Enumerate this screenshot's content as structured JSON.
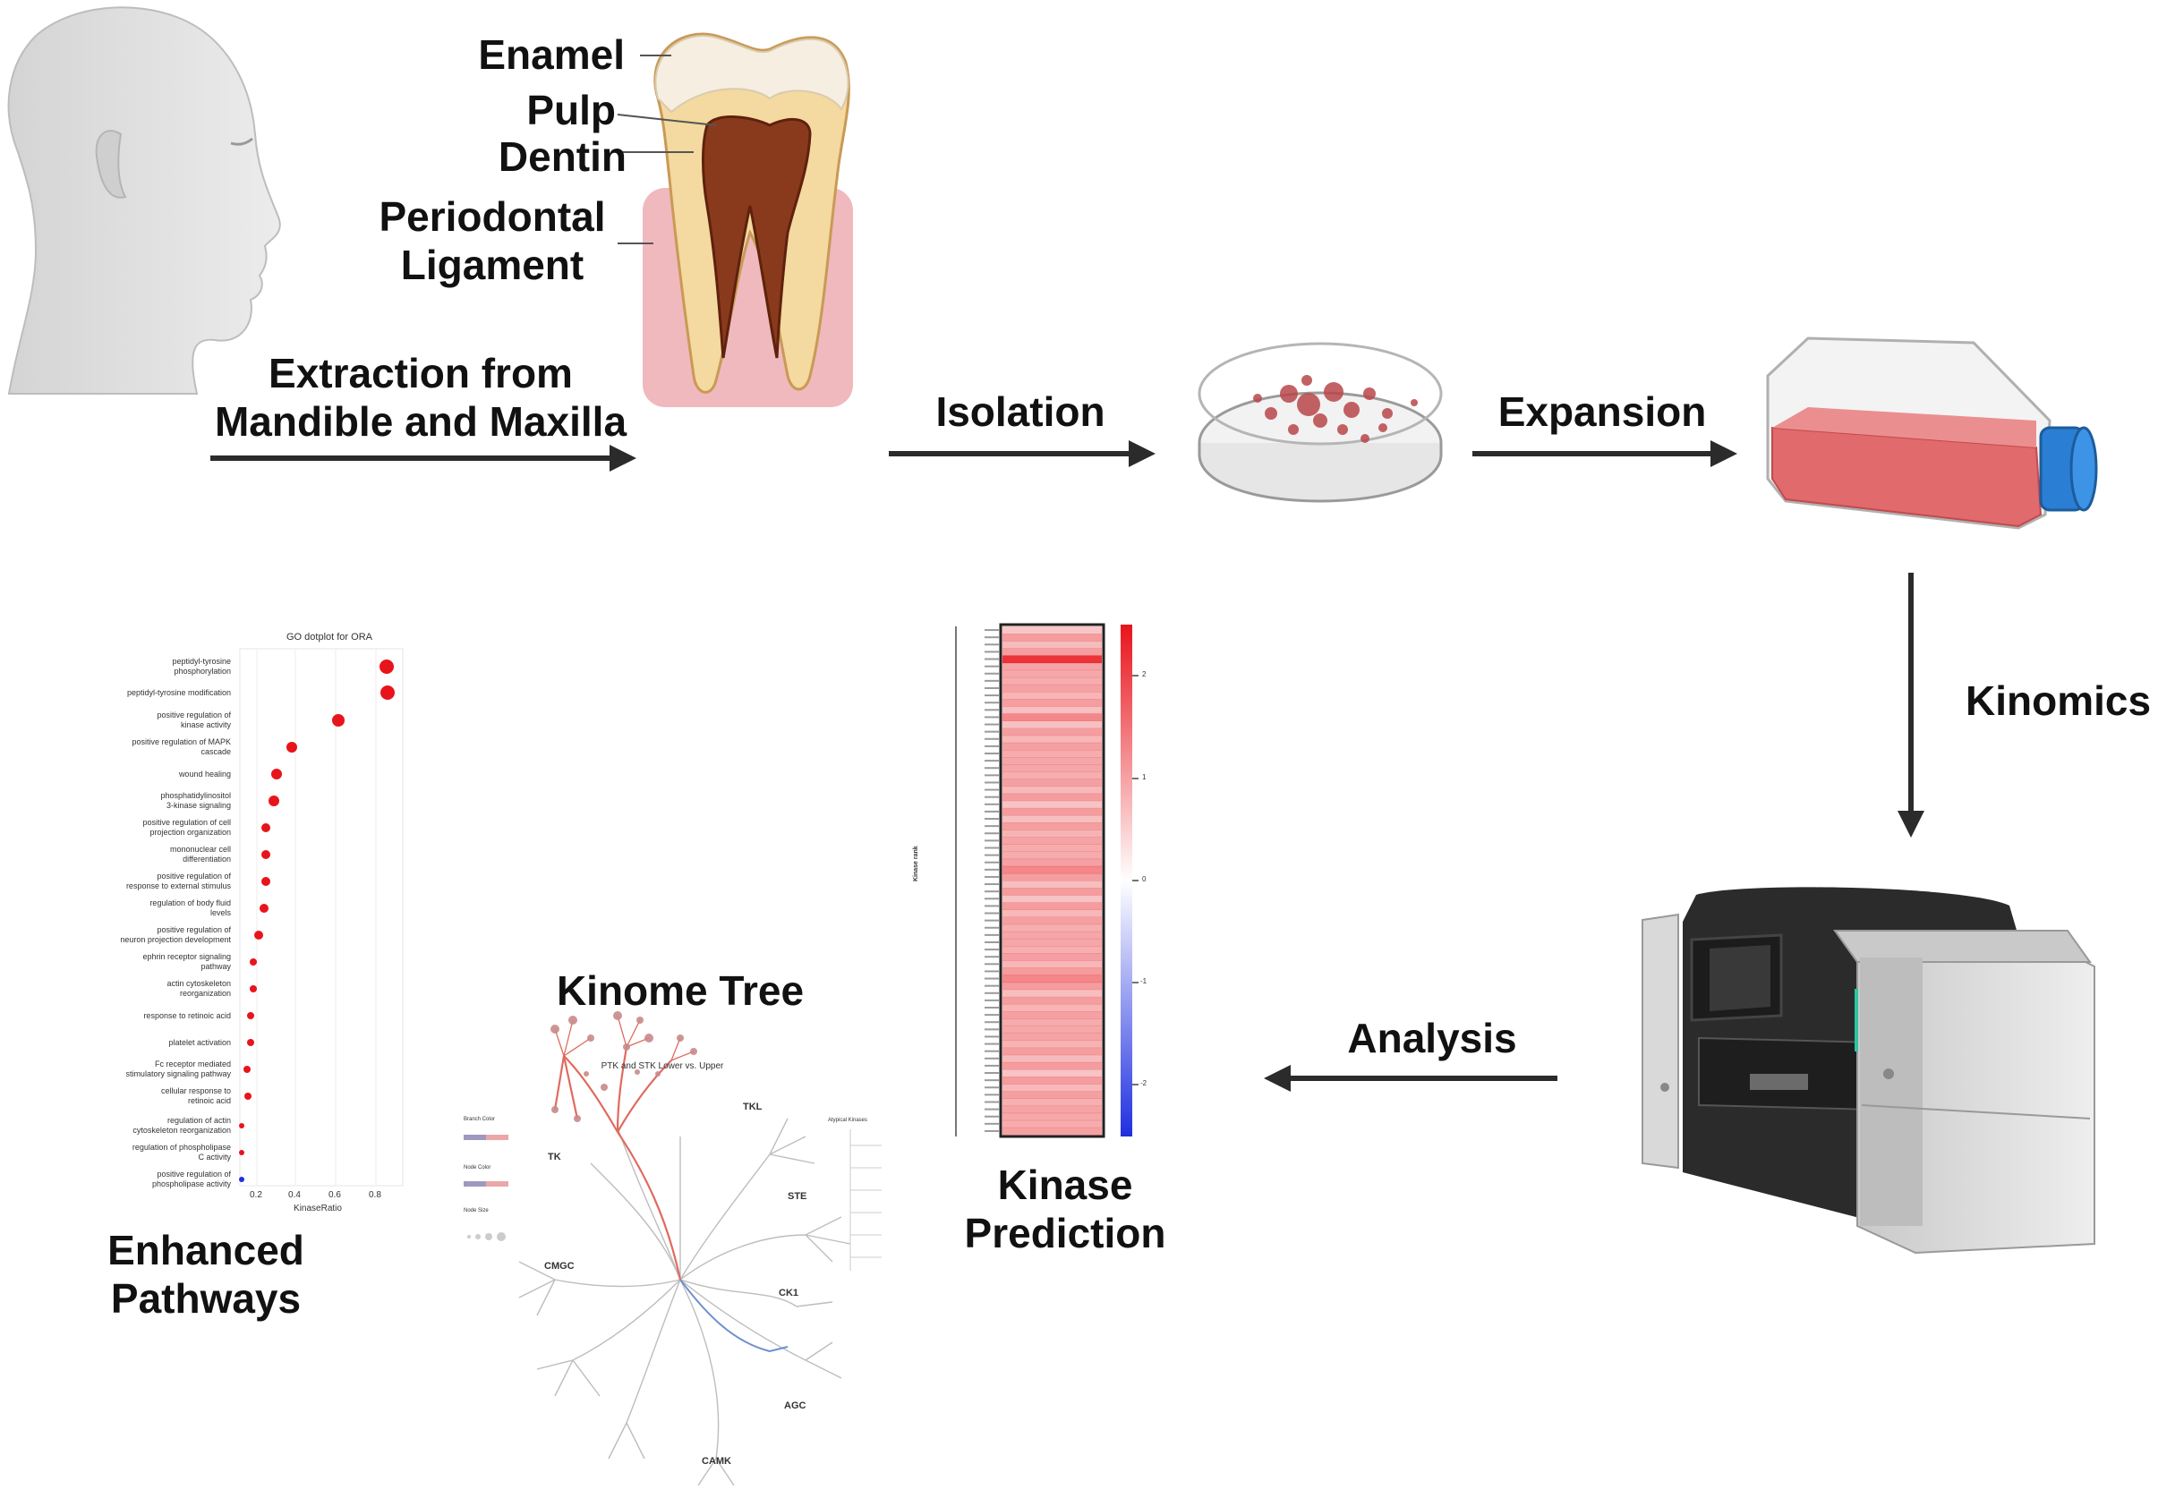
{
  "tooth": {
    "enamel": "Enamel",
    "pulp": "Pulp",
    "dentin": "Dentin",
    "pdl_line1": "Periodontal",
    "pdl_line2": "Ligament"
  },
  "steps": {
    "extraction_line1": "Extraction from",
    "extraction_line2": "Mandible and Maxilla",
    "isolation": "Isolation",
    "expansion": "Expansion",
    "kinomics": "Kinomics",
    "analysis": "Analysis"
  },
  "outputs": {
    "kinome_tree": "Kinome Tree",
    "kinase_prediction_line1": "Kinase",
    "kinase_prediction_line2": "Prediction",
    "enhanced_pathways_line1": "Enhanced",
    "enhanced_pathways_line2": "Pathways"
  },
  "dotplot": {
    "title": "GO dotplot for ORA",
    "xlabel": "KinaseRatio",
    "xticks": [
      "0.2",
      "0.4",
      "0.6",
      "0.8"
    ]
  },
  "kinome_tree_plot": {
    "title": "PTK and STK Lower vs. Upper",
    "groups": [
      "TK",
      "TKL",
      "STE",
      "CK1",
      "CMGC",
      "AGC",
      "CAMK"
    ],
    "legend_branch": "Branch Color",
    "legend_node": "Node Color",
    "legend_size": "Node Size",
    "atypical": "Atypical Kinases"
  },
  "heatmap": {
    "ylabel": "Kinase rank",
    "scale_ticks": [
      "2",
      "1",
      "0",
      "-1",
      "-2"
    ]
  },
  "colors": {
    "arrow": "#2b2b2b",
    "dot_red": "#e8141b",
    "dot_blue": "#1f2fe0",
    "gum": "#f0b9be",
    "dentin": "#f4d9a0",
    "pulp": "#8a3a1c",
    "media": "#e06a6c",
    "cap": "#2a7ed3"
  }
}
